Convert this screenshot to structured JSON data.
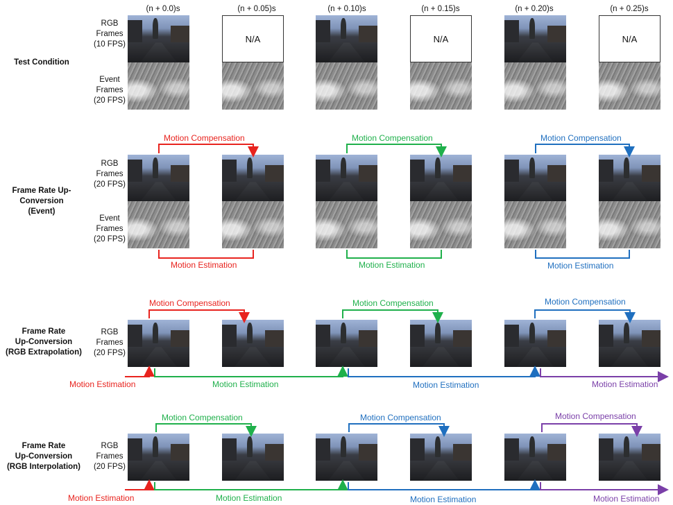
{
  "col_headers": [
    "(n + 0.0)s",
    "(n + 0.05)s",
    "(n + 0.10)s",
    "(n + 0.15)s",
    "(n + 0.20)s",
    "(n + 0.25)s"
  ],
  "na_label": "N/A",
  "rows": {
    "test": {
      "title": "Test Condition",
      "rgb_label": "RGB\nFrames\n(10 FPS)",
      "event_label": "Event\nFrames\n(20 FPS)"
    },
    "event": {
      "title": "Frame Rate Up-\nConversion\n(Event)",
      "rgb_label": "RGB\nFrames\n(20 FPS)",
      "event_label": "Event\nFrames\n(20 FPS)"
    },
    "extrap": {
      "title": "Frame Rate\nUp-Conversion\n(RGB Extrapolation)",
      "rgb_label": "RGB\nFrames\n(20 FPS)"
    },
    "interp": {
      "title": "Frame Rate\nUp-Conversion\n(RGB Interpolation)",
      "rgb_label": "RGB\nFrames\n(20 FPS)"
    }
  },
  "labels": {
    "motion_compensation": "Motion Compensation",
    "motion_estimation": "Motion Estimation"
  },
  "colors": {
    "red": "#e8231e",
    "green": "#1fb04b",
    "blue": "#1f6fbf",
    "purple": "#7a3fa8"
  }
}
